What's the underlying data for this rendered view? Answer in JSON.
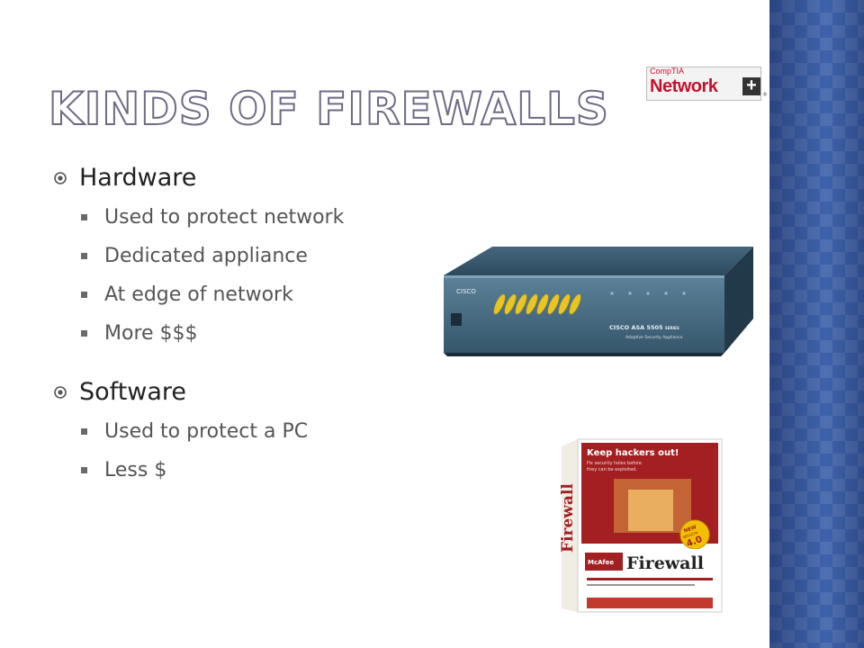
{
  "slide": {
    "title": "Kinds of firewalls",
    "logo": {
      "small_text": "CompTIA",
      "brand": "Network",
      "plus": "+",
      "reg": "®"
    },
    "bullets": [
      {
        "label": "Hardware",
        "items": [
          "Used to protect network",
          "Dedicated appliance",
          "At edge of network",
          "More $$$"
        ]
      },
      {
        "label": "Software",
        "items": [
          "Used to protect a PC",
          "Less $"
        ]
      }
    ],
    "hardware_image": {
      "brand": "CISCO",
      "model": "CISCO ASA 5505",
      "series": "SERIES",
      "subtitle": "Adaptive Security Appliance"
    },
    "software_image": {
      "tagline": "Keep hackers out!",
      "subtagline_1": "Fix security holes before",
      "subtagline_2": "they can be exploited.",
      "spine": "Firewall",
      "badge_1": "NEW",
      "badge_2": "VERSION",
      "badge_3": "4.0",
      "vendor": "McAfee",
      "product": "Firewall"
    }
  },
  "colors": {
    "accent_strip": "#3b5fa6",
    "title_outline": "#6e6a84",
    "logo_red": "#c8102e"
  }
}
